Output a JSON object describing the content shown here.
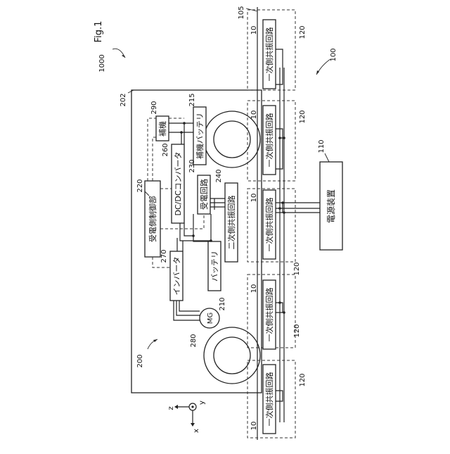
{
  "figure": {
    "title": "Fig.1"
  },
  "refs": {
    "system": "1000",
    "vehicle": "200",
    "vehicle_outline": "202",
    "battery": "210",
    "aux_battery": "215",
    "receive_control": "220",
    "receive_circuit": "230",
    "secondary": "240",
    "dcdc": "260",
    "inverter": "270",
    "mg": "280",
    "aux_equipment": "290",
    "ground_system": "100",
    "power_line": "105",
    "power_supply": "110",
    "primary_block": "120",
    "primary_coil": "10"
  },
  "labels": {
    "aux_battery": "補機バッテリ",
    "aux_equipment": "補機",
    "dcdc": "DC/DCコンバータ",
    "receive_circuit": "受電回路",
    "receive_control": "受電側制御部",
    "secondary": "二次側共振回路",
    "inverter": "インバータ",
    "battery": "バッテリ",
    "mg": "MG",
    "primary": "一次側共振回路",
    "power_supply": "電源装置"
  },
  "axes": {
    "z": "z",
    "y": "y",
    "x": "x"
  }
}
